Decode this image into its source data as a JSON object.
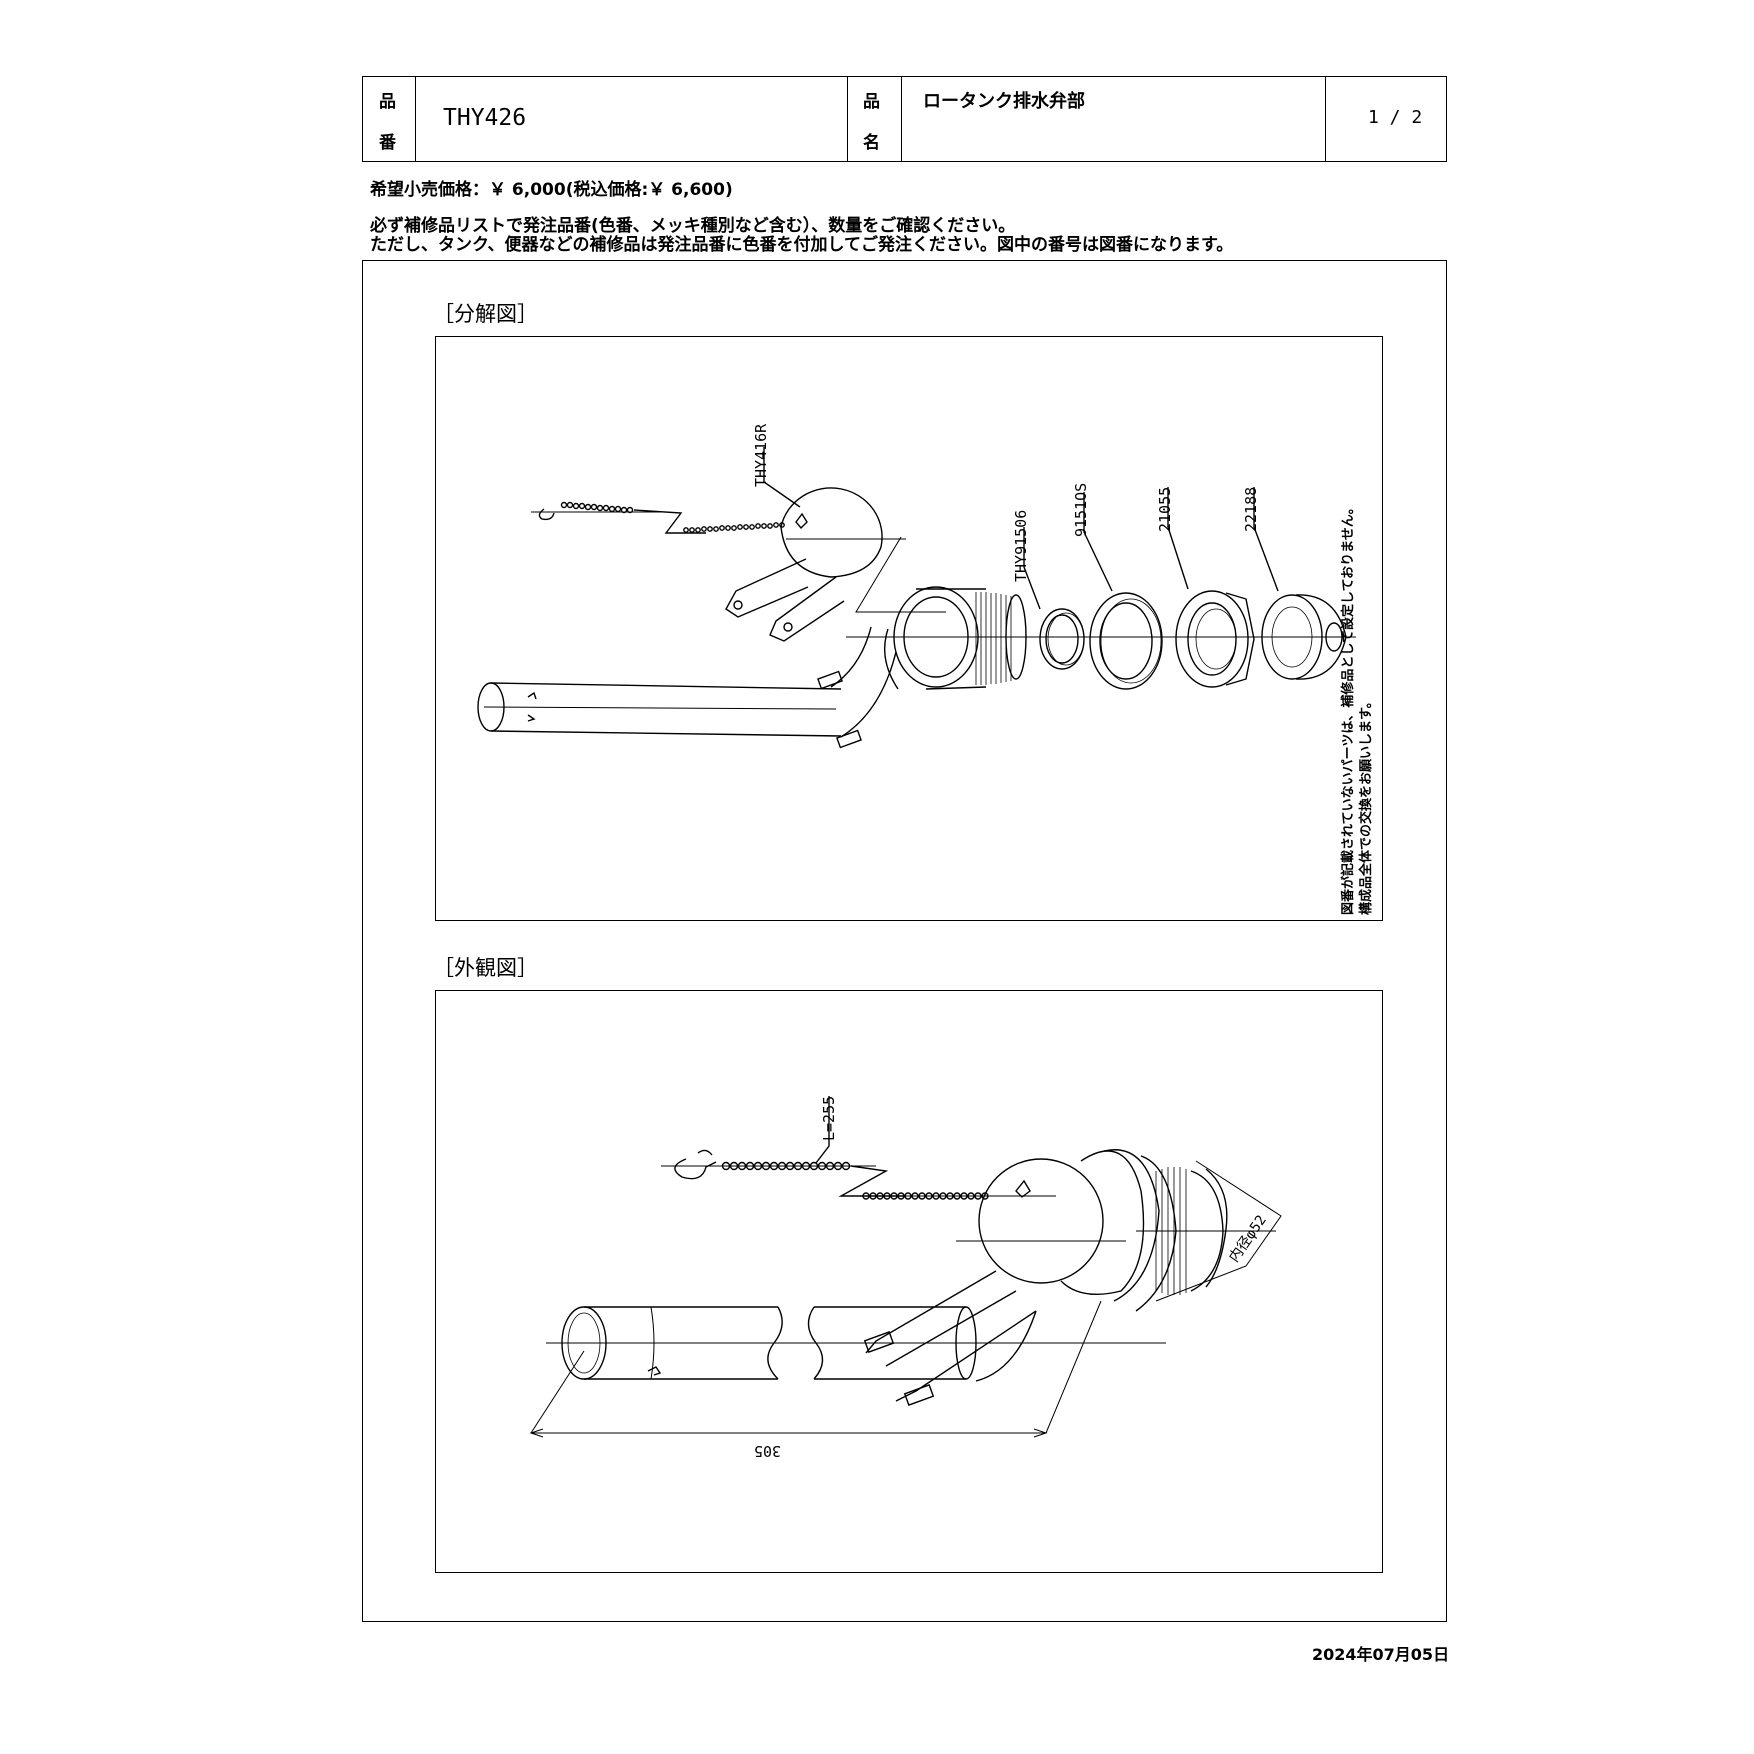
{
  "header": {
    "hinban_label_1": "品",
    "hinban_label_2": "番",
    "product_code": "THY426",
    "hinmei_label_1": "品",
    "hinmei_label_2": "名",
    "product_name": "ロータンク排水弁部",
    "page": "1 / 2"
  },
  "notes": {
    "price": "希望小売価格：￥ 6,000(税込価格:￥ 6,600)",
    "line1": "必ず補修品リストで発注品番(色番、メッキ種別など含む）、数量をご確認ください。",
    "line2": "ただし、タンク、便器などの補修品は発注品番に色番を付加してご発注ください。図中の番号は図番になります。"
  },
  "exploded": {
    "title": "［分解図］",
    "part_labels": [
      "THY416R",
      "THY91506",
      "9151OS",
      "21055",
      "22188"
    ],
    "side_note_1": "図番が記載されていないパーツは、補修品として設定しておりません。",
    "side_note_2": "構成品全体での交換をお願いします。"
  },
  "external": {
    "title": "［外観図］",
    "chain_length": "L=255",
    "dimension_length": "305",
    "inner_diameter": "内径φ52"
  },
  "footer": {
    "date": "2024年07月05日"
  },
  "colors": {
    "line": "#000000",
    "background": "#ffffff"
  }
}
